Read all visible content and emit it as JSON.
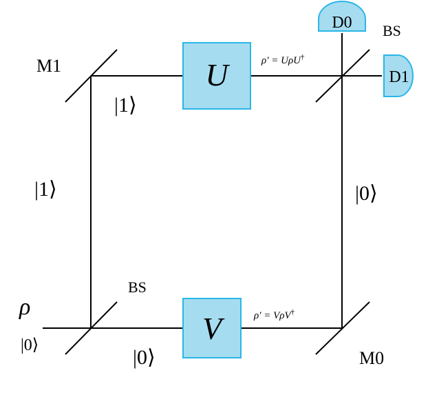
{
  "labels": {
    "m1": "M1",
    "m0": "M0",
    "bs_top": "BS",
    "bs_bottom": "BS",
    "d0": "D0",
    "d1": "D1",
    "u_gate": "U",
    "v_gate": "V",
    "rho_input": "ρ",
    "ket0_input": "|0⟩",
    "ket1_top_path": "|1⟩",
    "ket1_left_path": "|1⟩",
    "ket0_right_path": "|0⟩",
    "ket0_bottom_path": "|0⟩"
  },
  "equations": {
    "top": {
      "lhs": "ρ′ = ",
      "a": "U",
      "b": "ρ",
      "c": "U",
      "dagger": "†"
    },
    "bottom": {
      "lhs": "ρ′ = ",
      "a": "V",
      "b": "ρ",
      "c": "V",
      "dagger": "†"
    }
  },
  "colors": {
    "gate_fill": "#a6dcf0",
    "gate_stroke": "#29b6e6",
    "detector_fill": "#a6dcf0",
    "detector_stroke": "#29b6e6",
    "line": "#000000"
  }
}
